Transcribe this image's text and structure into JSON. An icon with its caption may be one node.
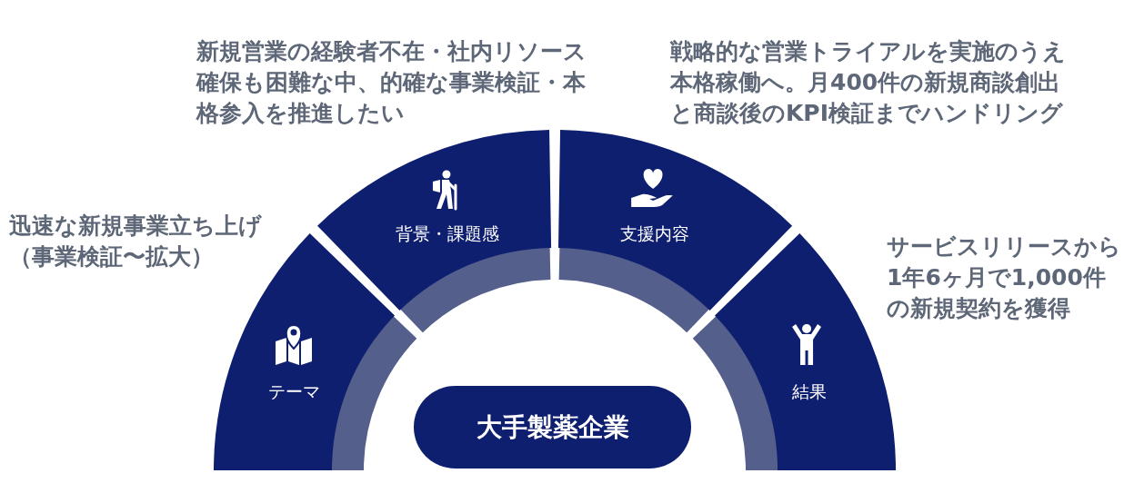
{
  "diagram": {
    "nodes": [
      {
        "text": [
          "テーマ"
        ],
        "beside": [
          "迅速な新規事業立ち上げ（事業検証〜拡大）"
        ]
      },
      {
        "text": [
          "背景・課題感"
        ],
        "beside": [
          "新規営業の経験者不在・社内リソース確保も困難な中、的確な事業検証・本格参入を推進したい"
        ]
      },
      {
        "text": [
          "支援内容"
        ],
        "beside": [
          "戦略的な営業トライアルを実施のうえ本格稼働へ。月400件の新規商談創出と商談後のKPI検証までハンドリング"
        ]
      },
      {
        "text": [
          "結果"
        ],
        "beside": [
          "サービスリリースから1年6ヶ月で1,000件の新規契約を獲得"
        ]
      },
      {
        "text": [
          "大手製薬企業"
        ]
      }
    ]
  }
}
